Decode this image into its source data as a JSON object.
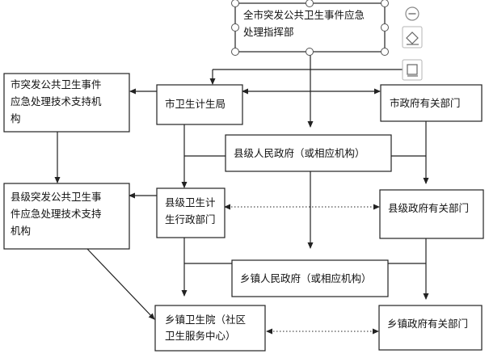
{
  "nodes": {
    "command": {
      "lines": [
        "全市突发公共卫生事件应急",
        "处理指挥部"
      ]
    },
    "tech_city": {
      "lines": [
        "市突发公共卫生事件",
        "应急处理技术支持机",
        "构"
      ]
    },
    "health_bureau": {
      "lines": [
        "市卫生计生局"
      ]
    },
    "city_depts": {
      "lines": [
        "市政府有关部门"
      ]
    },
    "county_gov": {
      "lines": [
        "县级人民政府（或相应机构）"
      ]
    },
    "tech_county": {
      "lines": [
        "县级突发公共卫生事",
        "件应急处理技术支持",
        "机构"
      ]
    },
    "county_health": {
      "lines": [
        "县级卫生计",
        "生行政部门"
      ]
    },
    "county_depts": {
      "lines": [
        "县级政府有关部门"
      ]
    },
    "town_gov": {
      "lines": [
        "乡镇人民政府（或相应机构）"
      ]
    },
    "town_hospital": {
      "lines": [
        "乡镇卫生院（社区",
        "卫生服务中心）"
      ]
    },
    "town_depts": {
      "lines": [
        "乡镇政府有关部门"
      ]
    }
  },
  "toolbar": {
    "collapse_icon": "minus-circle-icon",
    "layout_icon": "layout-options-icon",
    "frame_icon": "frame-icon"
  }
}
